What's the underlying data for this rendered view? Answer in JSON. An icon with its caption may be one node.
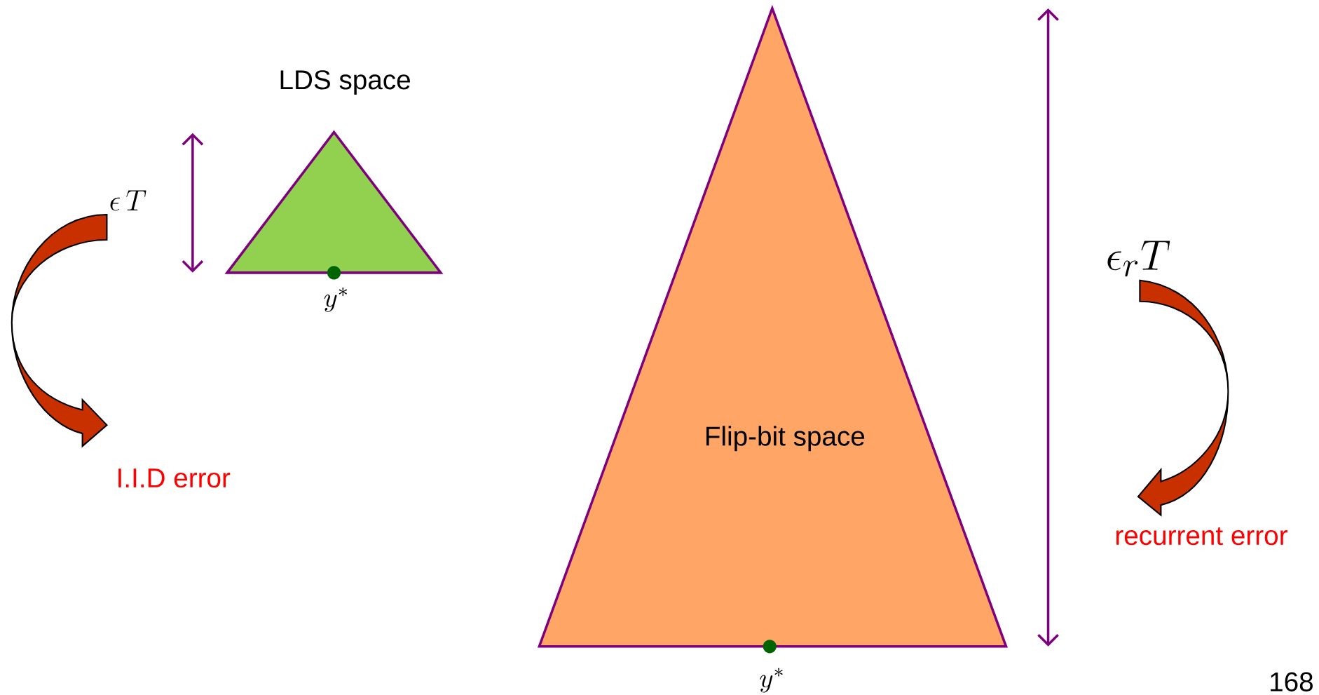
{
  "diagram": {
    "nodes": [
      {
        "text": [
          "LDS space"
        ]
      },
      {
        "text": [
          "Flip-bit space"
        ]
      }
    ],
    "labels": [
      "\\epsilon\\, T",
      "y^*",
      "I.I.D error",
      "y^*",
      "\\epsilon_r T",
      "recurrent error",
      "168"
    ]
  }
}
